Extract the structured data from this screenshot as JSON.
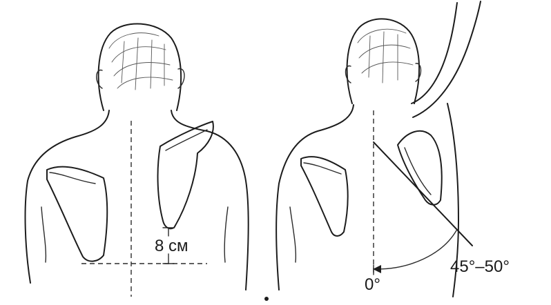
{
  "labels": {
    "distance": "8 см",
    "angle_start": "0°",
    "angle_end": "45°–50°"
  }
}
